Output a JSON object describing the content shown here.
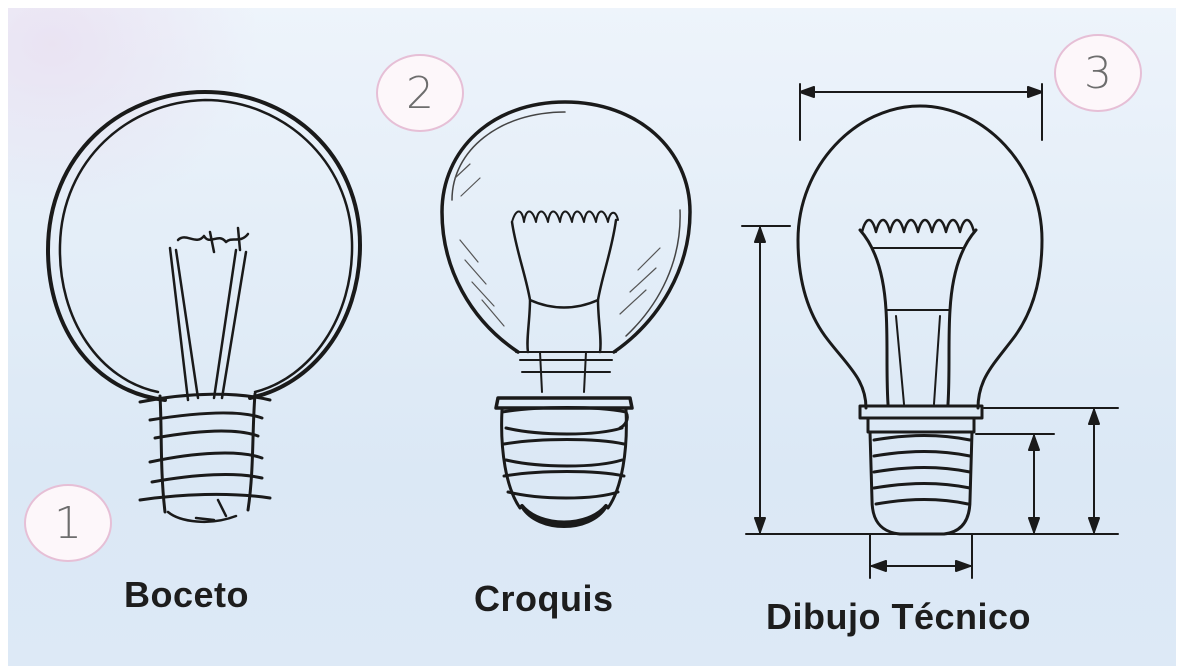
{
  "badges": [
    {
      "label": "1"
    },
    {
      "label": "2"
    },
    {
      "label": "3"
    }
  ],
  "captions": [
    {
      "text": "Boceto"
    },
    {
      "text": "Croquis"
    },
    {
      "text": "Dibujo Técnico"
    }
  ],
  "colors": {
    "background": "#e4eef8",
    "ink": "#1d1d1d",
    "badge_border": "#e6bfd6"
  }
}
